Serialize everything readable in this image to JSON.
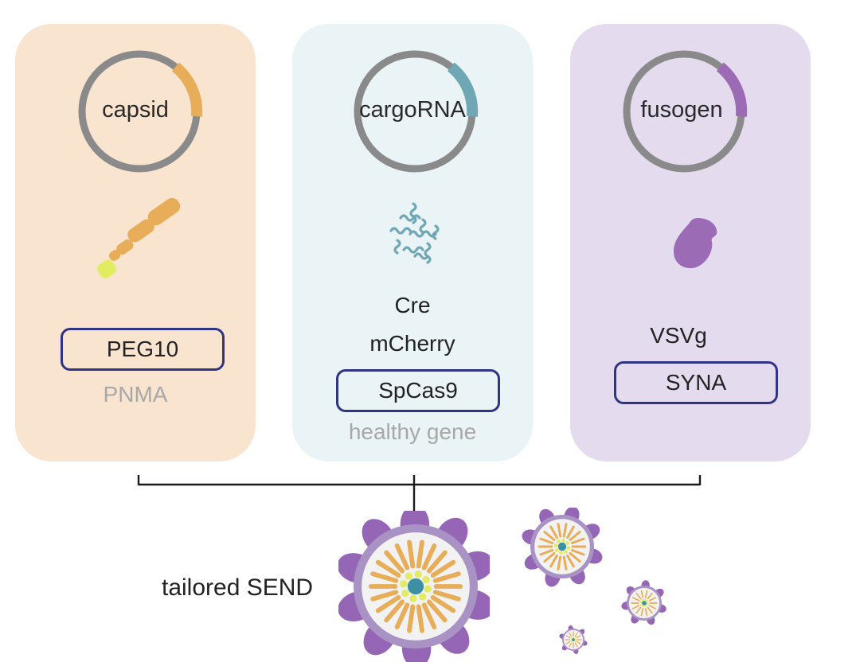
{
  "colors": {
    "capsid_bg": "#f8e4cf",
    "cargo_bg": "#eaf3f6",
    "fusogen_bg": "#e4dbee",
    "plasmid_ring": "#8a8a8a",
    "capsid_accent": "#e7ad58",
    "cargo_accent": "#6fa7b5",
    "fusogen_accent": "#9b6bb5",
    "box_border": "#2f3485",
    "gray_text": "#a8a8a8",
    "send_outer": "#a993c4",
    "send_petal": "#9566b5",
    "send_inner": "#f2f2f2",
    "send_core": "#3d8fa3",
    "send_yellow": "#e2ec62"
  },
  "panels": {
    "capsid": {
      "plasmid_label": "capsid",
      "icon": "capsid-protein-icon",
      "boxed": "PEG10",
      "gray": "PNMA"
    },
    "cargo": {
      "plasmid_label": "cargoRNA",
      "icon": "rna-strands-icon",
      "items": [
        "Cre",
        "mCherry"
      ],
      "boxed": "SpCas9",
      "gray": "healthy gene"
    },
    "fusogen": {
      "plasmid_label": "fusogen",
      "icon": "fusogen-protein-icon",
      "items": [
        "VSVg"
      ],
      "boxed": "SYNA"
    }
  },
  "result": {
    "label": "tailored SEND",
    "icon": "send-particle-icon"
  }
}
